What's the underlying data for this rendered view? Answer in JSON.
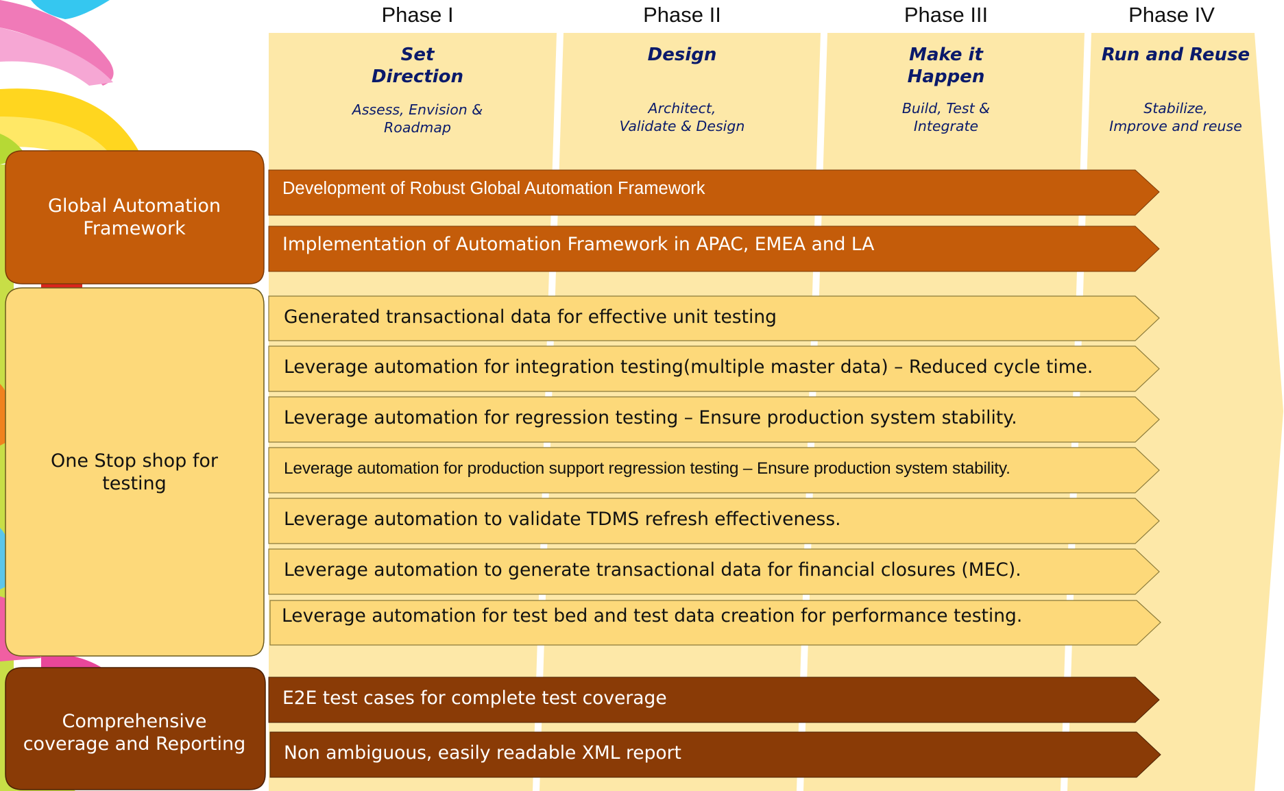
{
  "phases": [
    {
      "label": "Phase I",
      "title_line1": "Set",
      "title_line2": "Direction",
      "sub_line1": "Assess, Envision &",
      "sub_line2": "Roadmap"
    },
    {
      "label": "Phase II",
      "title_line1": "Design",
      "title_line2": "",
      "sub_line1": "Architect,",
      "sub_line2": "Validate & Design"
    },
    {
      "label": "Phase III",
      "title_line1": "Make it",
      "title_line2": "Happen",
      "sub_line1": "Build, Test &",
      "sub_line2": "Integrate"
    },
    {
      "label": "Phase IV",
      "title_line1": "Run and Reuse",
      "title_line2": "",
      "sub_line1": "Stabilize,",
      "sub_line2": "Improve and reuse"
    }
  ],
  "categories": {
    "global": {
      "line1": "Global Automation",
      "line2": "Framework"
    },
    "one_stop": {
      "line1": "One Stop shop for",
      "line2": "testing"
    },
    "coverage": {
      "line1": "Comprehensive",
      "line2": "coverage and Reporting"
    }
  },
  "arrows": {
    "global": [
      "Development of Robust Global Automation Framework",
      "Implementation of Automation Framework in APAC, EMEA and LA"
    ],
    "one_stop": [
      "Generated transactional data for effective unit testing",
      "Leverage automation for integration testing(multiple master data) – Reduced cycle time.",
      "Leverage automation for regression testing – Ensure production system stability.",
      "Leverage automation for production support regression testing – Ensure production system stability.",
      "Leverage automation to validate TDMS refresh effectiveness.",
      "Leverage automation to generate transactional data for financial closures (MEC).",
      "Leverage automation for test bed and test data creation for performance testing."
    ],
    "coverage": [
      "E2E test cases for complete test coverage",
      "Non ambiguous, easily readable XML report"
    ]
  },
  "colors": {
    "band": "#fde8a8",
    "global": "#c45c0a",
    "one_stop": "#fdd97a",
    "coverage": "#8a3b06",
    "title_text": "#0a1a6b"
  }
}
